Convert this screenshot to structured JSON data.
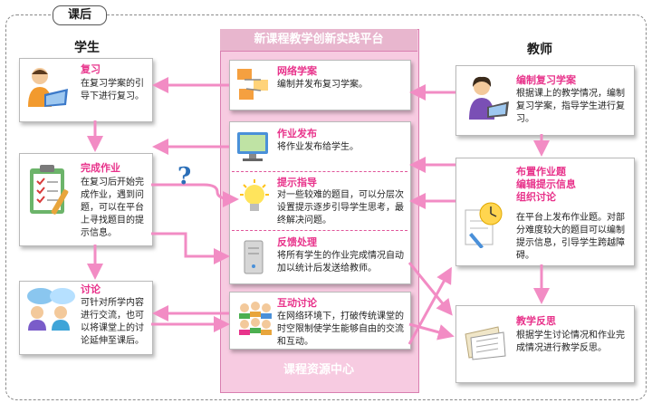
{
  "tag": "课后",
  "headers": {
    "student": "学生",
    "teacher": "教师"
  },
  "center": {
    "title": "新课程教学创新实践平台",
    "footer": "课程资源中心",
    "items": [
      {
        "title": "网络学案",
        "text": "编制并发布复习学案。"
      },
      {
        "title": "作业发布",
        "text": "将作业发布给学生。"
      },
      {
        "title": "提示指导",
        "text": "对一些较难的题目，可以分层次设置提示逐步引导学生思考，最终解决问题。"
      },
      {
        "title": "反馈处理",
        "text": "将所有学生的作业完成情况自动加以统计后发送给教师。"
      },
      {
        "title": "互动讨论",
        "text": "在网络环境下，打破传统课堂的时空限制使学生能够自由的交流和互动。"
      }
    ]
  },
  "student": [
    {
      "title": "复习",
      "text": "在复习学案的引导下进行复习。"
    },
    {
      "title": "完成作业",
      "text": "在复习后开始完成作业，遇到问题，可以在平台上寻找题目的提示信息。"
    },
    {
      "title": "讨论",
      "text": "可针对所学内容进行交流，也可以将课堂上的讨论延伸至课后。"
    }
  ],
  "teacher": [
    {
      "title": "编制复习学案",
      "text": "根据课上的教学情况，编制复习学案，指导学生进行复习。"
    },
    {
      "title_lines": [
        "布置作业题",
        "编辑提示信息",
        "组织讨论"
      ],
      "text": "在平台上发布作业题。对部分难度较大的题目可以编制提示信息，引导学生跨越障碍。"
    },
    {
      "title": "教学反思",
      "text": "根据学生讨论情况和作业完成情况进行教学反思。"
    }
  ],
  "question_mark": "?",
  "colors": {
    "pink": "#e8338b",
    "arrow": "#f28cc4",
    "panel": "#f7cbe1",
    "panel_title": "#e8b6ce"
  }
}
